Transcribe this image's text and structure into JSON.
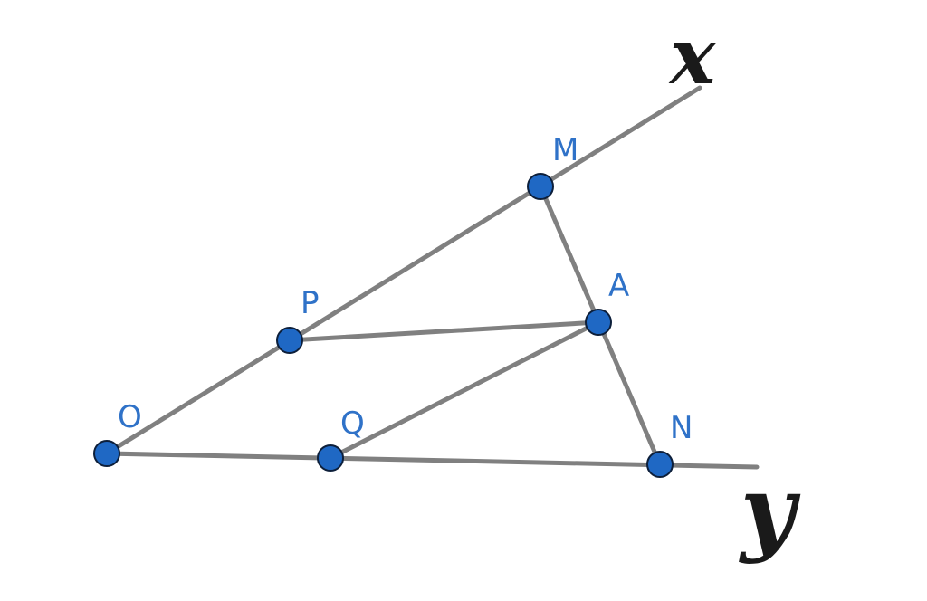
{
  "diagram": {
    "points": {
      "O": "O",
      "P": "P",
      "Q": "Q",
      "M": "M",
      "A": "A",
      "N": "N"
    },
    "rays": {
      "x": "x",
      "y": "y"
    },
    "colors": {
      "segment": "#808080",
      "point_fill": "#1f68c4",
      "point_stroke": "#0d1f3a",
      "point_label": "#2f72c8",
      "ray_label": "#1a1a1a"
    }
  }
}
